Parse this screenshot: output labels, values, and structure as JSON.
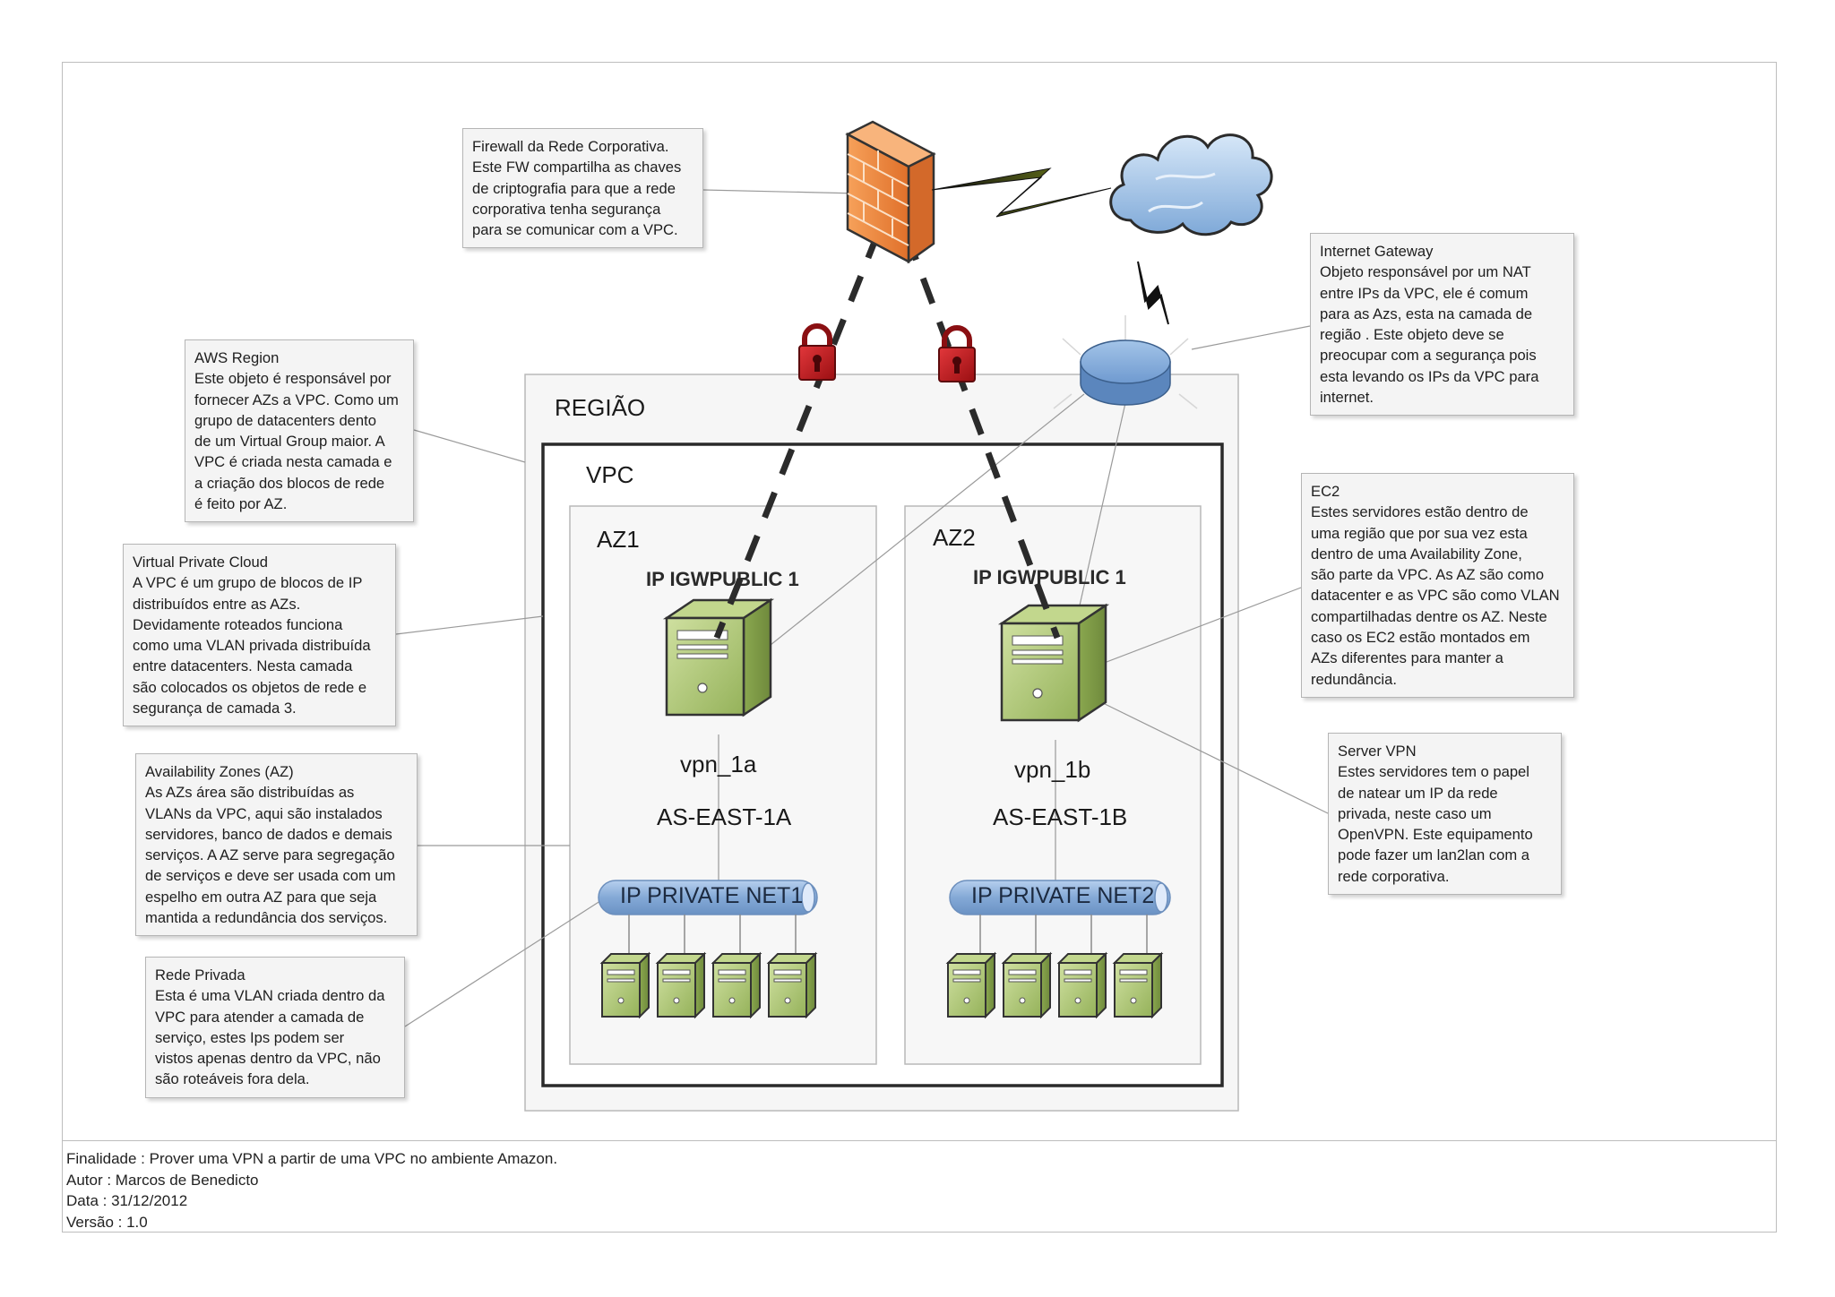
{
  "diagram": {
    "region_label": "REGIÃO",
    "vpc_label": "VPC",
    "az": [
      {
        "label": "AZ1",
        "igw_label": "IP IGWPUBLIC 1",
        "server_name": "vpn_1a",
        "zone": "AS-EAST-1A",
        "net_label": "IP PRIVATE NET1"
      },
      {
        "label": "AZ2",
        "igw_label": "IP IGWPUBLIC 1",
        "server_name": "vpn_1b",
        "zone": "AS-EAST-1B",
        "net_label": "IP PRIVATE NET2"
      }
    ],
    "icons": {
      "firewall": "firewall-icon",
      "cloud": "internet-cloud-icon",
      "gateway": "internet-gateway-icon",
      "lock": "padlock-icon",
      "server": "server-icon",
      "lightning": "lightning-link-icon"
    },
    "colors": {
      "firewall": "#f08a3c",
      "server": "#a9c26b",
      "gateway": "#6f9fd0",
      "cloud": "#9fc3ea",
      "lock": "#c4161c",
      "net_pipe": "#8db0d8"
    }
  },
  "callouts": {
    "firewall": {
      "title": "Firewall da Rede Corporativa.",
      "body": "Este FW compartilha as chaves\nde criptografia para que a rede\ncorporativa tenha segurança\npara se comunicar com a VPC."
    },
    "internet_gateway": {
      "title": "Internet Gateway",
      "body": "Objeto responsável por um NAT\nentre IPs da VPC, ele é comum\npara as Azs, esta na camada de\nregião . Este objeto deve se\npreocupar com a segurança pois\nesta levando os IPs da VPC para\ninternet."
    },
    "aws_region": {
      "title": "AWS Region",
      "body": "Este objeto é responsável por\nfornecer AZs a VPC. Como um\ngrupo de datacenters dento\nde um Virtual Group maior. A\nVPC é criada nesta camada e\na criação dos blocos de rede\né feito por AZ."
    },
    "vpc": {
      "title": "Virtual Private Cloud",
      "body": "A VPC é um grupo de blocos de IP\ndistribuídos entre as AZs.\nDevidamente roteados funciona\ncomo uma VLAN privada distribuída\nentre datacenters. Nesta camada\nsão colocados os objetos de rede e\nsegurança de camada 3."
    },
    "ec2": {
      "title": "EC2",
      "body": "Estes servidores estão dentro de\numa região que por sua vez esta\ndentro de uma Availability Zone,\nsão parte da VPC. As AZ são como\ndatacenter e as VPC são como VLAN\ncompartilhadas dentre os AZ. Neste\ncaso os EC2 estão montados em\nAZs diferentes para manter a\nredundância."
    },
    "az": {
      "title": "Availability Zones (AZ)",
      "body": "As AZs área são distribuídas as\nVLANs da VPC, aqui são instalados\nservidores, banco de dados e demais\nserviços. A AZ serve para segregação\nde serviços e deve ser usada com um\nespelho em outra AZ para que seja\nmantida a redundância dos serviços."
    },
    "server_vpn": {
      "title": "Server VPN",
      "body": "Estes servidores tem o papel\nde natear um IP da rede\nprivada, neste caso um\nOpenVPN. Este equipamento\npode fazer um lan2lan com a\nrede corporativa."
    },
    "private_net": {
      "title": "Rede Privada",
      "body": "Esta é uma VLAN criada dentro da\nVPC para atender a camada de\nserviço, estes Ips podem ser\nvistos apenas dentro da VPC, não\nsão roteáveis fora dela."
    }
  },
  "footer": {
    "purpose": "Finalidade : Prover uma VPN a partir de uma VPC no ambiente Amazon.",
    "author": "Autor : Marcos de Benedicto",
    "date": "Data : 31/12/2012",
    "version": "Versão : 1.0"
  }
}
